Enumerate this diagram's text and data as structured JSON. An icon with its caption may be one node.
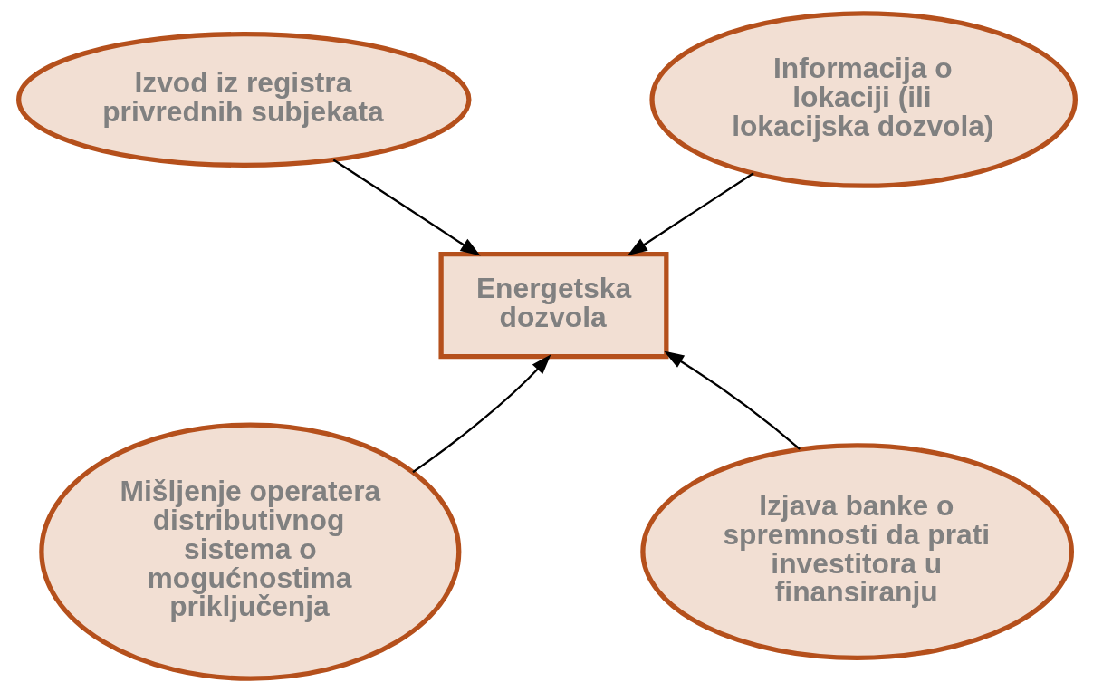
{
  "diagram": {
    "nodes": [
      {
        "text": [
          "Izvod iz registra privrednih subjekata"
        ]
      },
      {
        "text": [
          "Informacija o lokaciji (ili lokacijska dozvola)"
        ]
      },
      {
        "text": [
          "Energetska dozvola"
        ]
      },
      {
        "text": [
          "Mišljenje operatera distributivnog sistema o mogućnostima priključenja"
        ]
      },
      {
        "text": [
          "Izjava banke o spremnosti da prati investitora u finansiranju"
        ]
      }
    ],
    "edges": [
      {
        "from": 0,
        "to": 2,
        "arrow": "to"
      },
      {
        "from": 1,
        "to": 2,
        "arrow": "to"
      },
      {
        "from": 3,
        "to": 2,
        "arrow": "to"
      },
      {
        "from": 4,
        "to": 2,
        "arrow": "to"
      }
    ]
  }
}
